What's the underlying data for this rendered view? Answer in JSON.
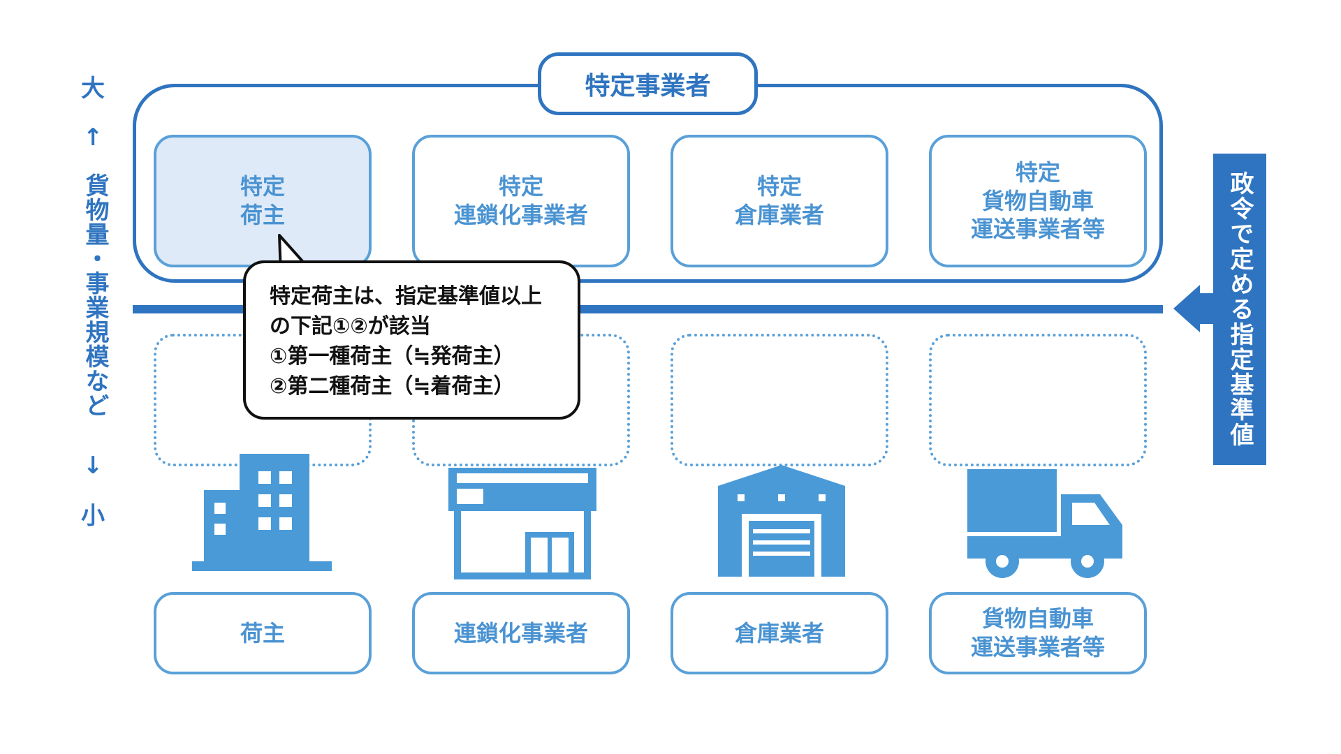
{
  "scale": {
    "top": "大",
    "arrow_up": "↑",
    "label": "貨物量・事業規模など",
    "arrow_down": "↓",
    "bottom": "小"
  },
  "title": "特定事業者",
  "top_boxes": [
    "特定\n荷主",
    "特定\n連鎖化事業者",
    "特定\n倉庫業者",
    "特定\n貨物自動車\n運送事業者等"
  ],
  "callout": {
    "lines": [
      "特定荷主は、指定基準値以上",
      "の下記①②が該当",
      "①第一種荷主（≒発荷主）",
      "②第二種荷主（≒着荷主）"
    ]
  },
  "side_label": "政令で定める指定基準値",
  "bottom_boxes": [
    "荷主",
    "連鎖化事業者",
    "倉庫業者",
    "貨物自動車\n運送事業者等"
  ],
  "icons": [
    "office-building-icon",
    "store-icon",
    "warehouse-icon",
    "truck-icon"
  ],
  "colors": {
    "primary": "#2f74c0",
    "accent": "#5aa0d8",
    "icon": "#4a9ad8",
    "highlight": "#deeaf8"
  }
}
